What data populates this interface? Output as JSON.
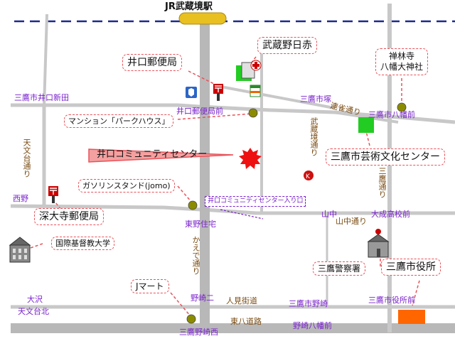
{
  "map": {
    "station": "JR武蔵境駅",
    "areas": {
      "iguchi_shinden": "三鷹市井口新田",
      "mitaka_tsuka": "三鷹市塚",
      "mitaka_yawata_mae": "三鷹市八幡前",
      "nishino": "西野",
      "yamanaka": "山中",
      "daisei_mae": "大成高校前",
      "higashino": "東野住宅",
      "osawa": "大沢",
      "nozaki2": "野崎二",
      "mitaka_nozaki": "三鷹市野崎",
      "city_office_mae": "三鷹市役所前",
      "tenmondai_kita": "天文台北",
      "mitaka_nozaki_nishi": "三鷹野崎西",
      "nozaki_yawata_mae": "野崎八幡前",
      "iguchi_post_mae": "井口郵便局前",
      "dest_entrance": "井口コミュニティセンター入り口"
    },
    "roads": {
      "tenmondai": "天文台通り",
      "renjaku": "連雀通り",
      "musashisakai": "武蔵境通り",
      "mitaka_dori": "三鷹通り",
      "yamanaka_dori": "山中通り",
      "kaede": "かえで通り",
      "hitomi": "人見街道",
      "higashi_hachi": "東八道路"
    },
    "callouts": {
      "iguchi_post": "井口郵便局",
      "musashino_redcross": "武蔵野日赤",
      "zenrin_shrine_1": "禅林寺",
      "zenrin_shrine_2": "八幡大神社",
      "mansion": "マンション「パークハウス」",
      "geijutsu": "三鷹市芸術文化センター",
      "community_center": "井口コミュニティセンター",
      "gas_station": "ガソリンスタンド(jomo)",
      "fukadaiji_post": "深大寺郵便局",
      "icu": "国際基督教大学",
      "police": "三鷹警察署",
      "city_office": "三鷹市役所",
      "jmart": "Jマート"
    },
    "colors": {
      "road": "#c8c8c8",
      "main_road": "#b8b8b8",
      "rail": "#1b2a8a",
      "callout_border": "#e8525a",
      "center_burst": "#ee1111",
      "center_fill": "#f4a0a0",
      "landmark_dot": "#8b8b00",
      "green_marker": "#22cc22",
      "city_office_marker": "#ff6600",
      "post_red": "#cc0000"
    },
    "icons": [
      "station-sign-icon",
      "post-office-icon",
      "hospital-icon",
      "police-box-icon",
      "convenience-store-icon",
      "landmark-dot-icon",
      "gas-station-icon",
      "university-building-icon",
      "police-station-icon",
      "city-office-icon",
      "burst-icon"
    ]
  }
}
